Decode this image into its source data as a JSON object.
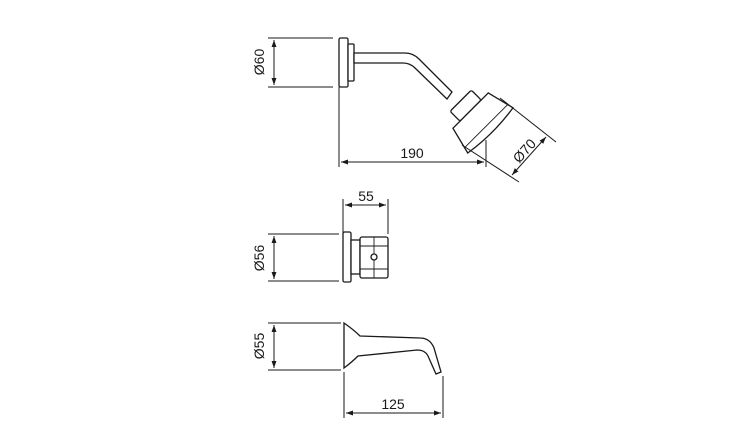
{
  "dimensions": {
    "shower_head_flange_diameter": "Ø60",
    "shower_arm_projection": "190",
    "shower_head_diameter": "Ø70",
    "mixer_depth": "55",
    "mixer_flange_diameter": "Ø56",
    "spout_flange_diameter": "Ø55",
    "spout_projection": "125"
  },
  "colors": {
    "line": "#1a1a1a",
    "background": "#ffffff"
  }
}
